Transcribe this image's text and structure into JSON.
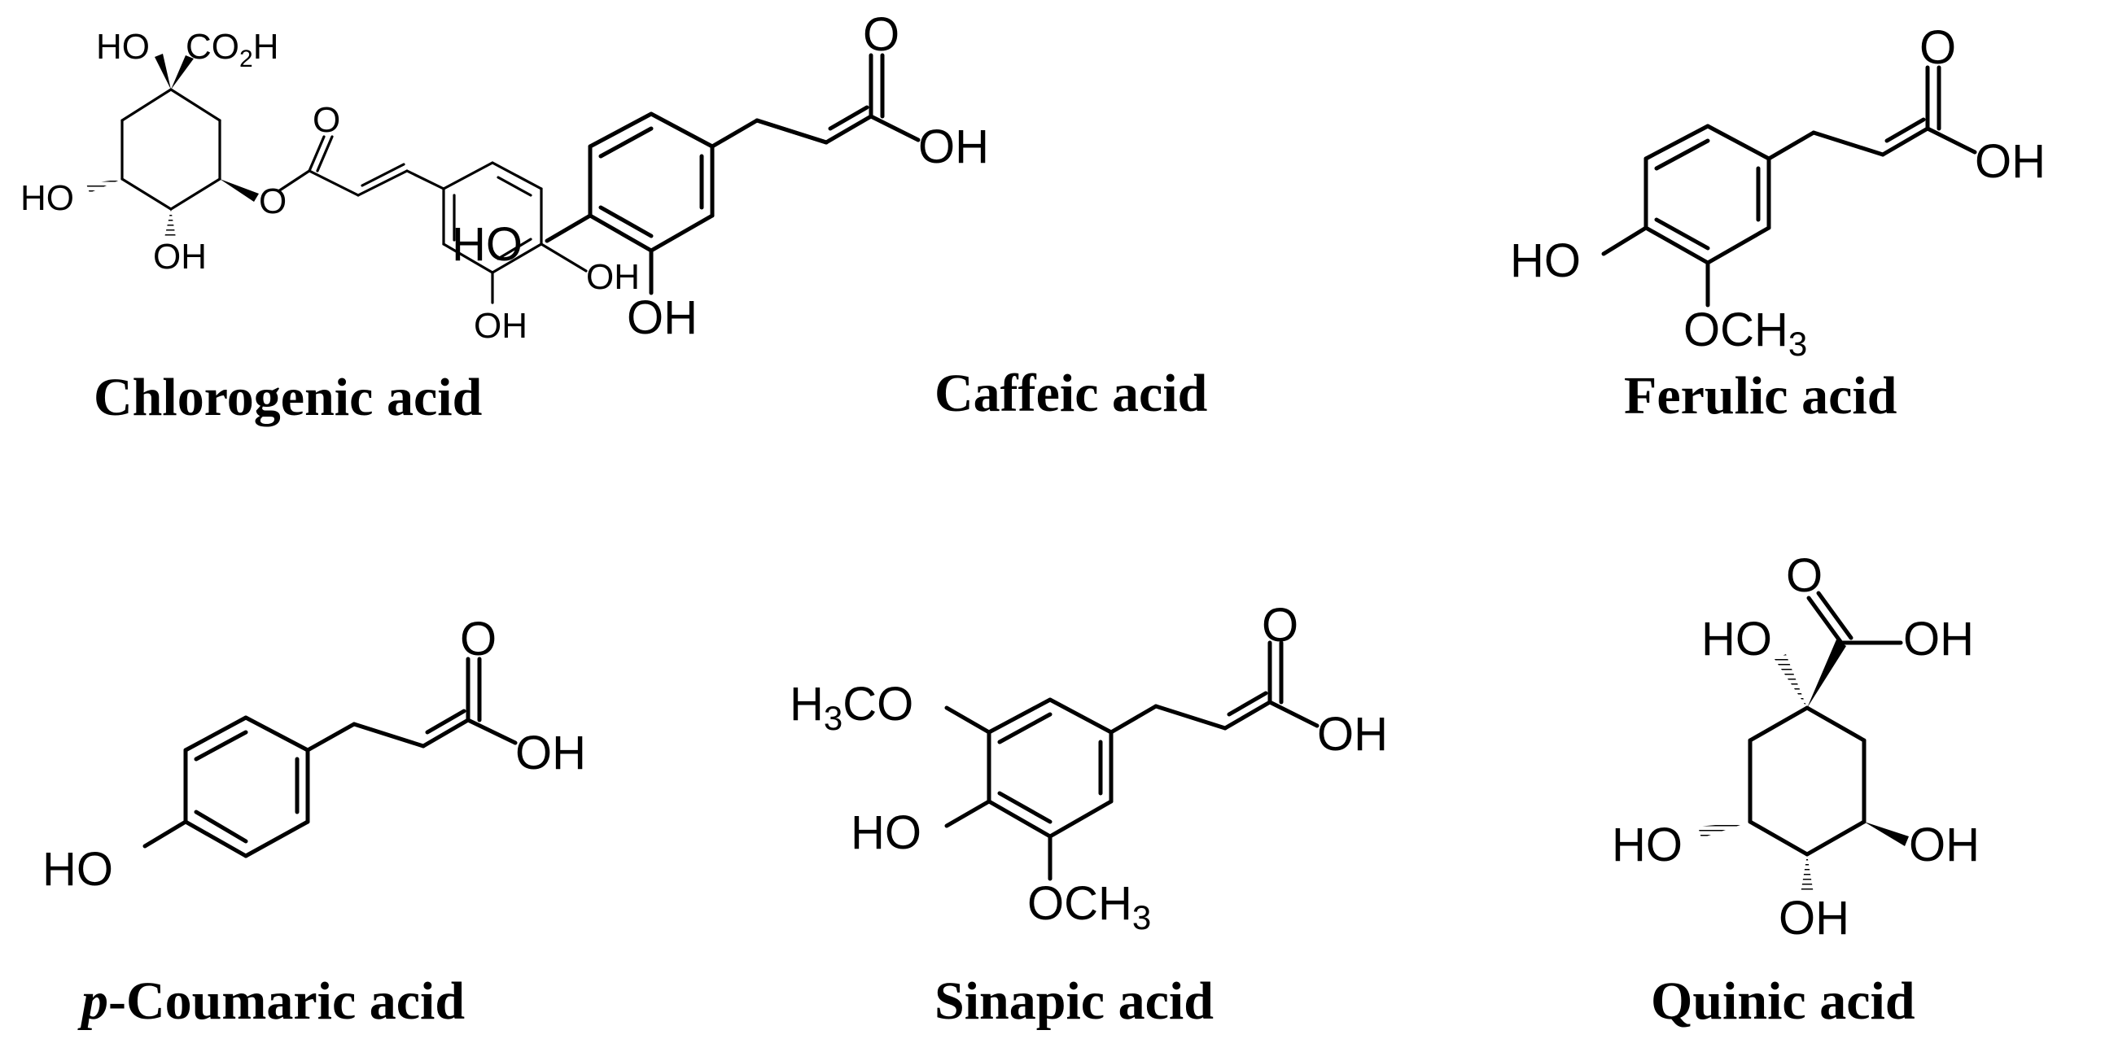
{
  "compounds": [
    {
      "name": "Chlorogenic acid",
      "atoms": {
        "ho_top": "HO",
        "co2h": "CO",
        "co2h_sub": "2",
        "co2h_h": "H",
        "ester_o": "O",
        "ring_o": "O",
        "ho_left": "HO",
        "oh_bottom": "OH",
        "oh_para": "OH",
        "oh_meta": "OH"
      }
    },
    {
      "name": "Caffeic acid",
      "atoms": {
        "carbonyl_o": "O",
        "oh_acid": "OH",
        "ho_para": "HO",
        "oh_meta": "OH"
      }
    },
    {
      "name": "Ferulic acid",
      "atoms": {
        "carbonyl_o": "O",
        "oh_acid": "OH",
        "ho_para": "HO",
        "och3": "OCH",
        "och3_sub": "3"
      }
    },
    {
      "name_prefix": "p",
      "name": "-Coumaric acid",
      "atoms": {
        "carbonyl_o": "O",
        "oh_acid": "OH",
        "ho_para": "HO"
      }
    },
    {
      "name": "Sinapic acid",
      "atoms": {
        "carbonyl_o": "O",
        "oh_acid": "OH",
        "h3co_pre": "H",
        "h3co_sub": "3",
        "h3co_post": "CO",
        "ho_para": "HO",
        "och3": "OCH",
        "och3_sub": "3"
      }
    },
    {
      "name": "Quinic acid",
      "atoms": {
        "carbonyl_o": "O",
        "ho_top": "HO",
        "oh_acid": "OH",
        "ho_left": "HO",
        "oh_right": "OH",
        "oh_bottom": "OH"
      }
    }
  ]
}
